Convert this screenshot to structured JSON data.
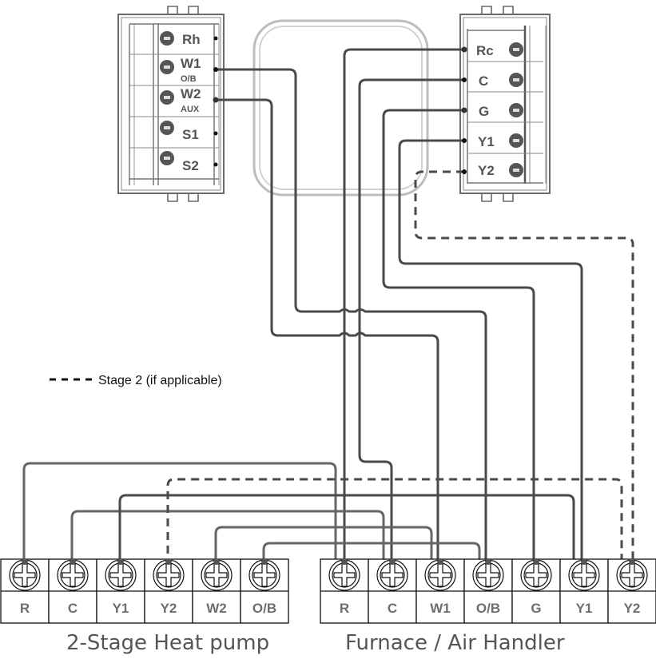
{
  "thermostat_left": {
    "terminals": [
      {
        "label": "Rh",
        "sub": ""
      },
      {
        "label": "W1",
        "sub": "O/B"
      },
      {
        "label": "W2",
        "sub": "AUX"
      },
      {
        "label": "S1",
        "sub": ""
      },
      {
        "label": "S2",
        "sub": ""
      }
    ]
  },
  "thermostat_right": {
    "terminals": [
      {
        "label": "Rc"
      },
      {
        "label": "C"
      },
      {
        "label": "G"
      },
      {
        "label": "Y1"
      },
      {
        "label": "Y2"
      }
    ]
  },
  "legend": {
    "dashed_label": "Stage 2 (if applicable)"
  },
  "heat_pump": {
    "caption": "2-Stage Heat pump",
    "terminals": [
      "R",
      "C",
      "Y1",
      "Y2",
      "W2",
      "O/B"
    ]
  },
  "furnace": {
    "caption": "Furnace / Air Handler",
    "terminals": [
      "R",
      "C",
      "W1",
      "O/B",
      "G",
      "Y1",
      "Y2"
    ]
  },
  "connections": [
    {
      "from": "thermostat.W1",
      "to": "furnace.O/B",
      "style": "solid"
    },
    {
      "from": "thermostat.W2",
      "to": "furnace.W1",
      "style": "solid"
    },
    {
      "from": "thermostat.Rc",
      "to": "furnace.R",
      "style": "solid"
    },
    {
      "from": "thermostat.C",
      "to": "furnace.C",
      "style": "solid"
    },
    {
      "from": "thermostat.G",
      "to": "furnace.G",
      "style": "solid"
    },
    {
      "from": "thermostat.Y1",
      "to": "furnace.Y1",
      "style": "solid"
    },
    {
      "from": "thermostat.Y2",
      "to": "furnace.Y2",
      "style": "dashed"
    },
    {
      "from": "heat_pump.R",
      "to": "furnace.R",
      "style": "solid"
    },
    {
      "from": "heat_pump.C",
      "to": "furnace.C",
      "style": "solid"
    },
    {
      "from": "heat_pump.Y1",
      "to": "furnace.Y1",
      "style": "solid"
    },
    {
      "from": "heat_pump.Y2",
      "to": "furnace.Y2",
      "style": "dashed"
    },
    {
      "from": "heat_pump.W2",
      "to": "furnace.W1",
      "style": "solid"
    },
    {
      "from": "heat_pump.O/B",
      "to": "furnace.O/B",
      "style": "solid"
    }
  ]
}
